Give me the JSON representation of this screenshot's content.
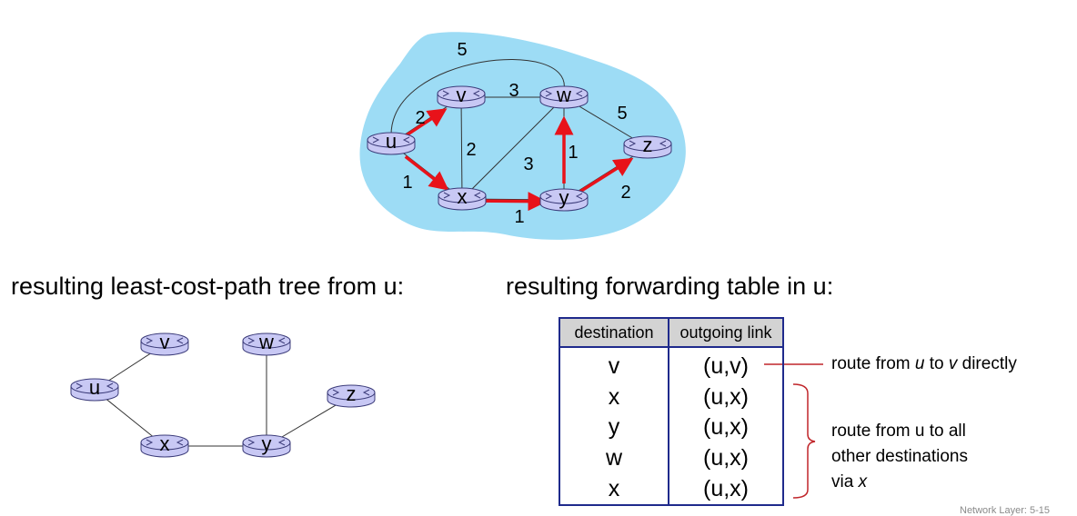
{
  "network": {
    "nodes": [
      "u",
      "v",
      "w",
      "x",
      "y",
      "z"
    ],
    "links": [
      {
        "from": "u",
        "to": "v",
        "cost": "2",
        "on_path": true
      },
      {
        "from": "u",
        "to": "x",
        "cost": "1",
        "on_path": true
      },
      {
        "from": "u",
        "to": "w",
        "cost": "5",
        "on_path": false
      },
      {
        "from": "v",
        "to": "w",
        "cost": "3",
        "on_path": false
      },
      {
        "from": "v",
        "to": "x",
        "cost": "2",
        "on_path": false
      },
      {
        "from": "x",
        "to": "w",
        "cost": "3",
        "on_path": false
      },
      {
        "from": "x",
        "to": "y",
        "cost": "1",
        "on_path": true
      },
      {
        "from": "y",
        "to": "w",
        "cost": "1",
        "on_path": true
      },
      {
        "from": "w",
        "to": "z",
        "cost": "5",
        "on_path": false
      },
      {
        "from": "y",
        "to": "z",
        "cost": "2",
        "on_path": true
      }
    ],
    "colors": {
      "cloud": "#9ddcf5",
      "path_arrow": "#e8121a",
      "router_fill": "#c8c8f4",
      "router_stroke": "#3c3c7a"
    }
  },
  "tree": {
    "heading": "resulting least-cost-path tree from u:",
    "nodes": [
      "u",
      "v",
      "w",
      "x",
      "y",
      "z"
    ],
    "edges": [
      [
        "u",
        "v"
      ],
      [
        "u",
        "x"
      ],
      [
        "x",
        "y"
      ],
      [
        "y",
        "w"
      ],
      [
        "y",
        "z"
      ]
    ]
  },
  "table": {
    "heading": "resulting forwarding table in u:",
    "headers": {
      "destination": "destination",
      "outgoing_link": "outgoing link"
    },
    "rows": [
      {
        "destination": "v",
        "link": "(u,v)"
      },
      {
        "destination": "x",
        "link": "(u,x)"
      },
      {
        "destination": "y",
        "link": "(u,x)"
      },
      {
        "destination": "w",
        "link": "(u,x)"
      },
      {
        "destination": "x",
        "link": "(u,x)"
      }
    ],
    "header_bg": "#d3d3d3",
    "border_color": "#1f2a8c"
  },
  "annotations": {
    "direct": {
      "pre": "route from ",
      "a": "u",
      "mid": " to ",
      "b": "v",
      "post": " directly"
    },
    "other": {
      "line1": "route from u to all",
      "line2": "other destinations",
      "line3_pre": "via ",
      "line3_var": "x"
    },
    "marker_color": "#c0252a"
  },
  "footer": "Network Layer: 5-15"
}
